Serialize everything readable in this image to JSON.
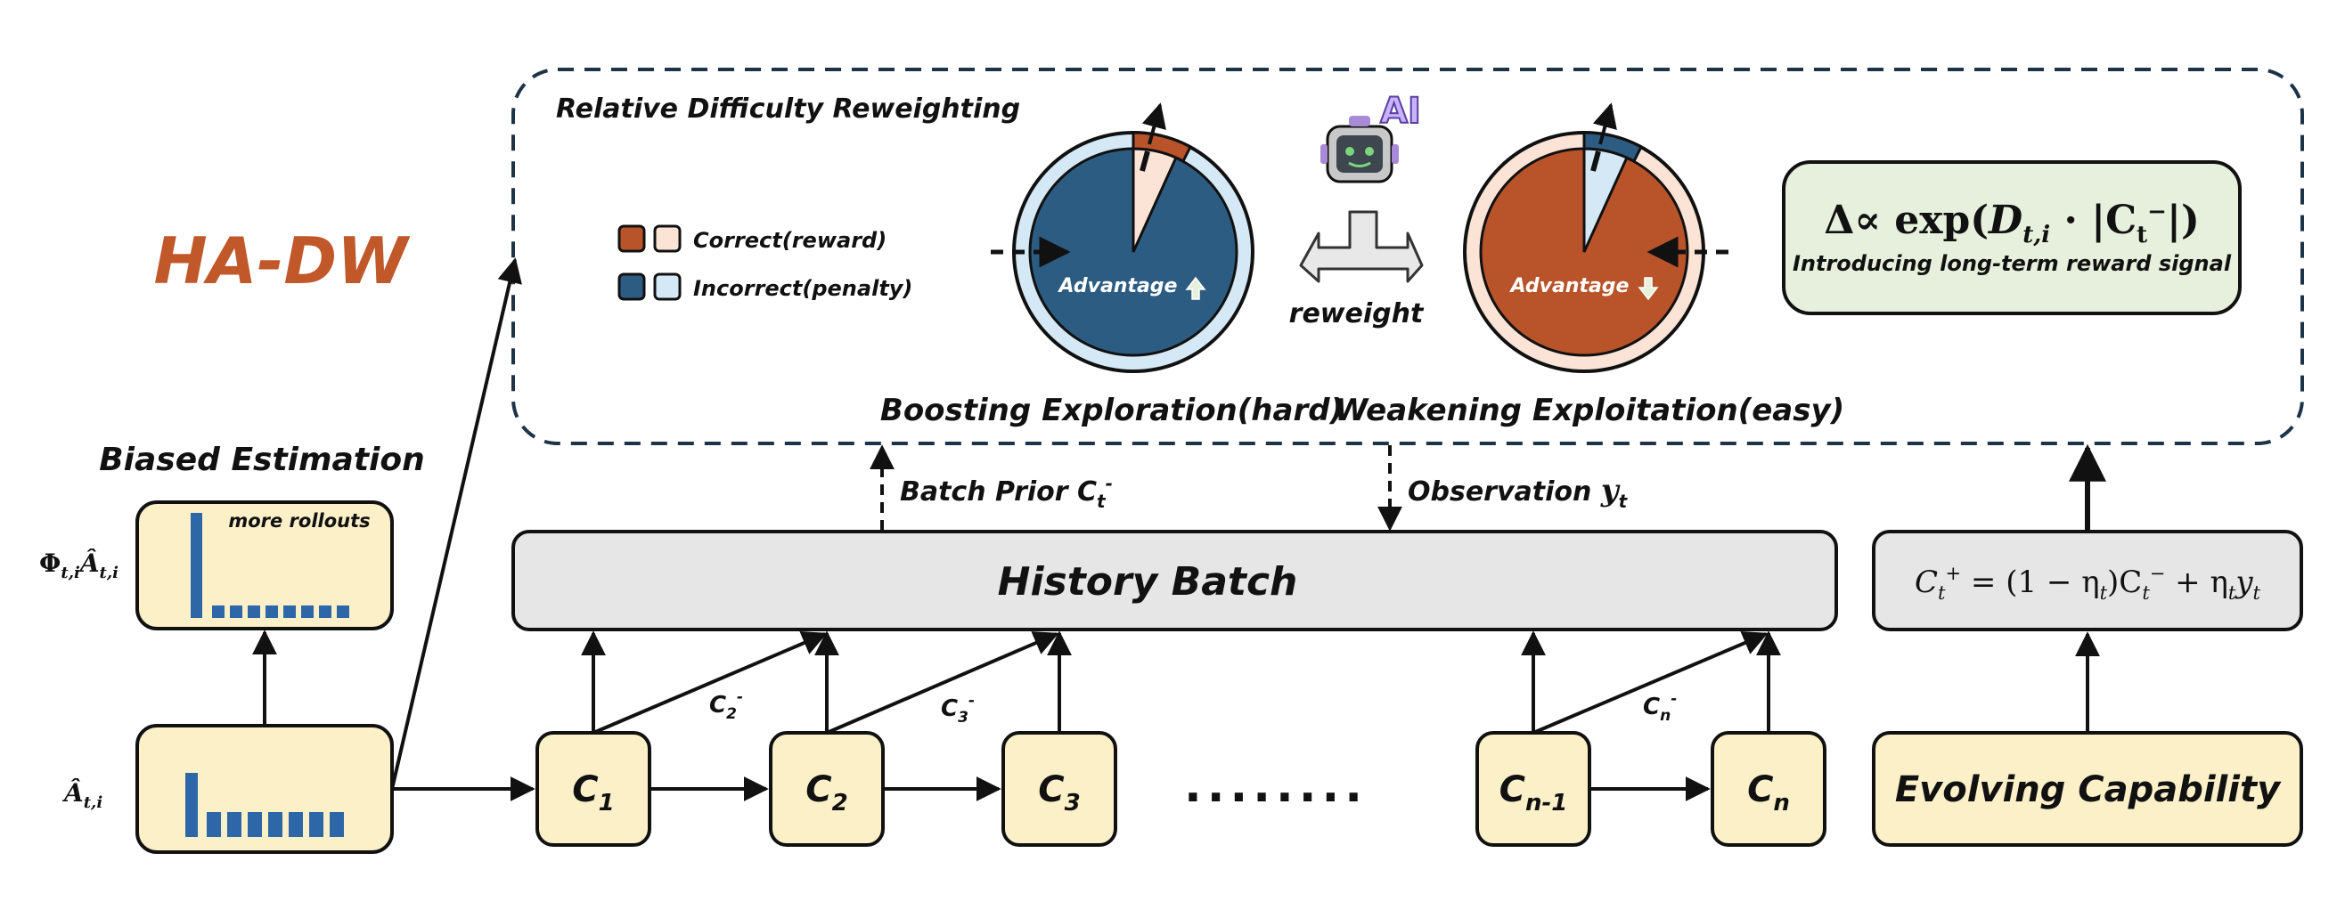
{
  "main_title": "HA-DW",
  "reweight_panel": {
    "title": "Relative Difficulty Reweighting",
    "legend": {
      "correct": "Correct(reward)",
      "incorrect": "Incorrect(penalty)"
    },
    "hard_gauge": {
      "label": "Advantage",
      "caption": "Boosting Exploration(hard)"
    },
    "easy_gauge": {
      "label": "Advantage",
      "caption": "Weakening Exploitation(easy)"
    },
    "robot_badge": "AI",
    "reweight_label": "reweight",
    "formula": {
      "lhs": "Δ∝ exp(",
      "var": "D",
      "sub": "t,i",
      "mid": " · |C",
      "sub2": "t",
      "sup2": "−",
      "end": "|)"
    },
    "formula_caption": "Introducing long-term reward signal"
  },
  "biased": {
    "title": "Biased  Estimation",
    "more_rollouts": "more rollouts",
    "phi_label_main": "Φ",
    "phi_label_sub": "t,i",
    "phi_label_a": "Â",
    "a_label": "Â",
    "a_label_sub": "t,i"
  },
  "history": {
    "label": "History Batch",
    "batch_prior": "Batch Prior C",
    "batch_prior_sub": "t",
    "batch_prior_sup": "-",
    "observation": "Observation ",
    "observation_var": "y",
    "observation_sub": "t"
  },
  "capability": {
    "label": "Evolving Capability",
    "update_rule": {
      "a": "C",
      "a_sub": "t",
      "a_sup": "+",
      "eq": " = (1 − η",
      "eta_sub": "t",
      "b": ")C",
      "b_sub": "t",
      "b_sup": "−",
      "c": " + η",
      "c_sub": "t",
      "d": "y",
      "d_sub": "t"
    }
  },
  "nodes": [
    {
      "main": "C",
      "sub": "1"
    },
    {
      "main": "C",
      "sub": "2"
    },
    {
      "main": "C",
      "sub": "3"
    },
    {
      "main": "C",
      "sub": "n-1"
    },
    {
      "main": "C",
      "sub": "n"
    }
  ],
  "ellipsis": "........",
  "edge_labels": [
    {
      "main": "C",
      "sub": "2",
      "sup": "-"
    },
    {
      "main": "C",
      "sub": "3",
      "sup": "-"
    },
    {
      "main": "C",
      "sub": "n",
      "sup": "-"
    }
  ],
  "colors": {
    "title_orange": "#c0582a",
    "box_fill": "#fbf0c8",
    "gray_fill": "#e6e6e6",
    "green_fill": "#e6f0dc",
    "navy": "#2d5c82",
    "orange": "#b9542a",
    "bar_blue": "#2e67a8",
    "dashed": "#1d3348"
  }
}
